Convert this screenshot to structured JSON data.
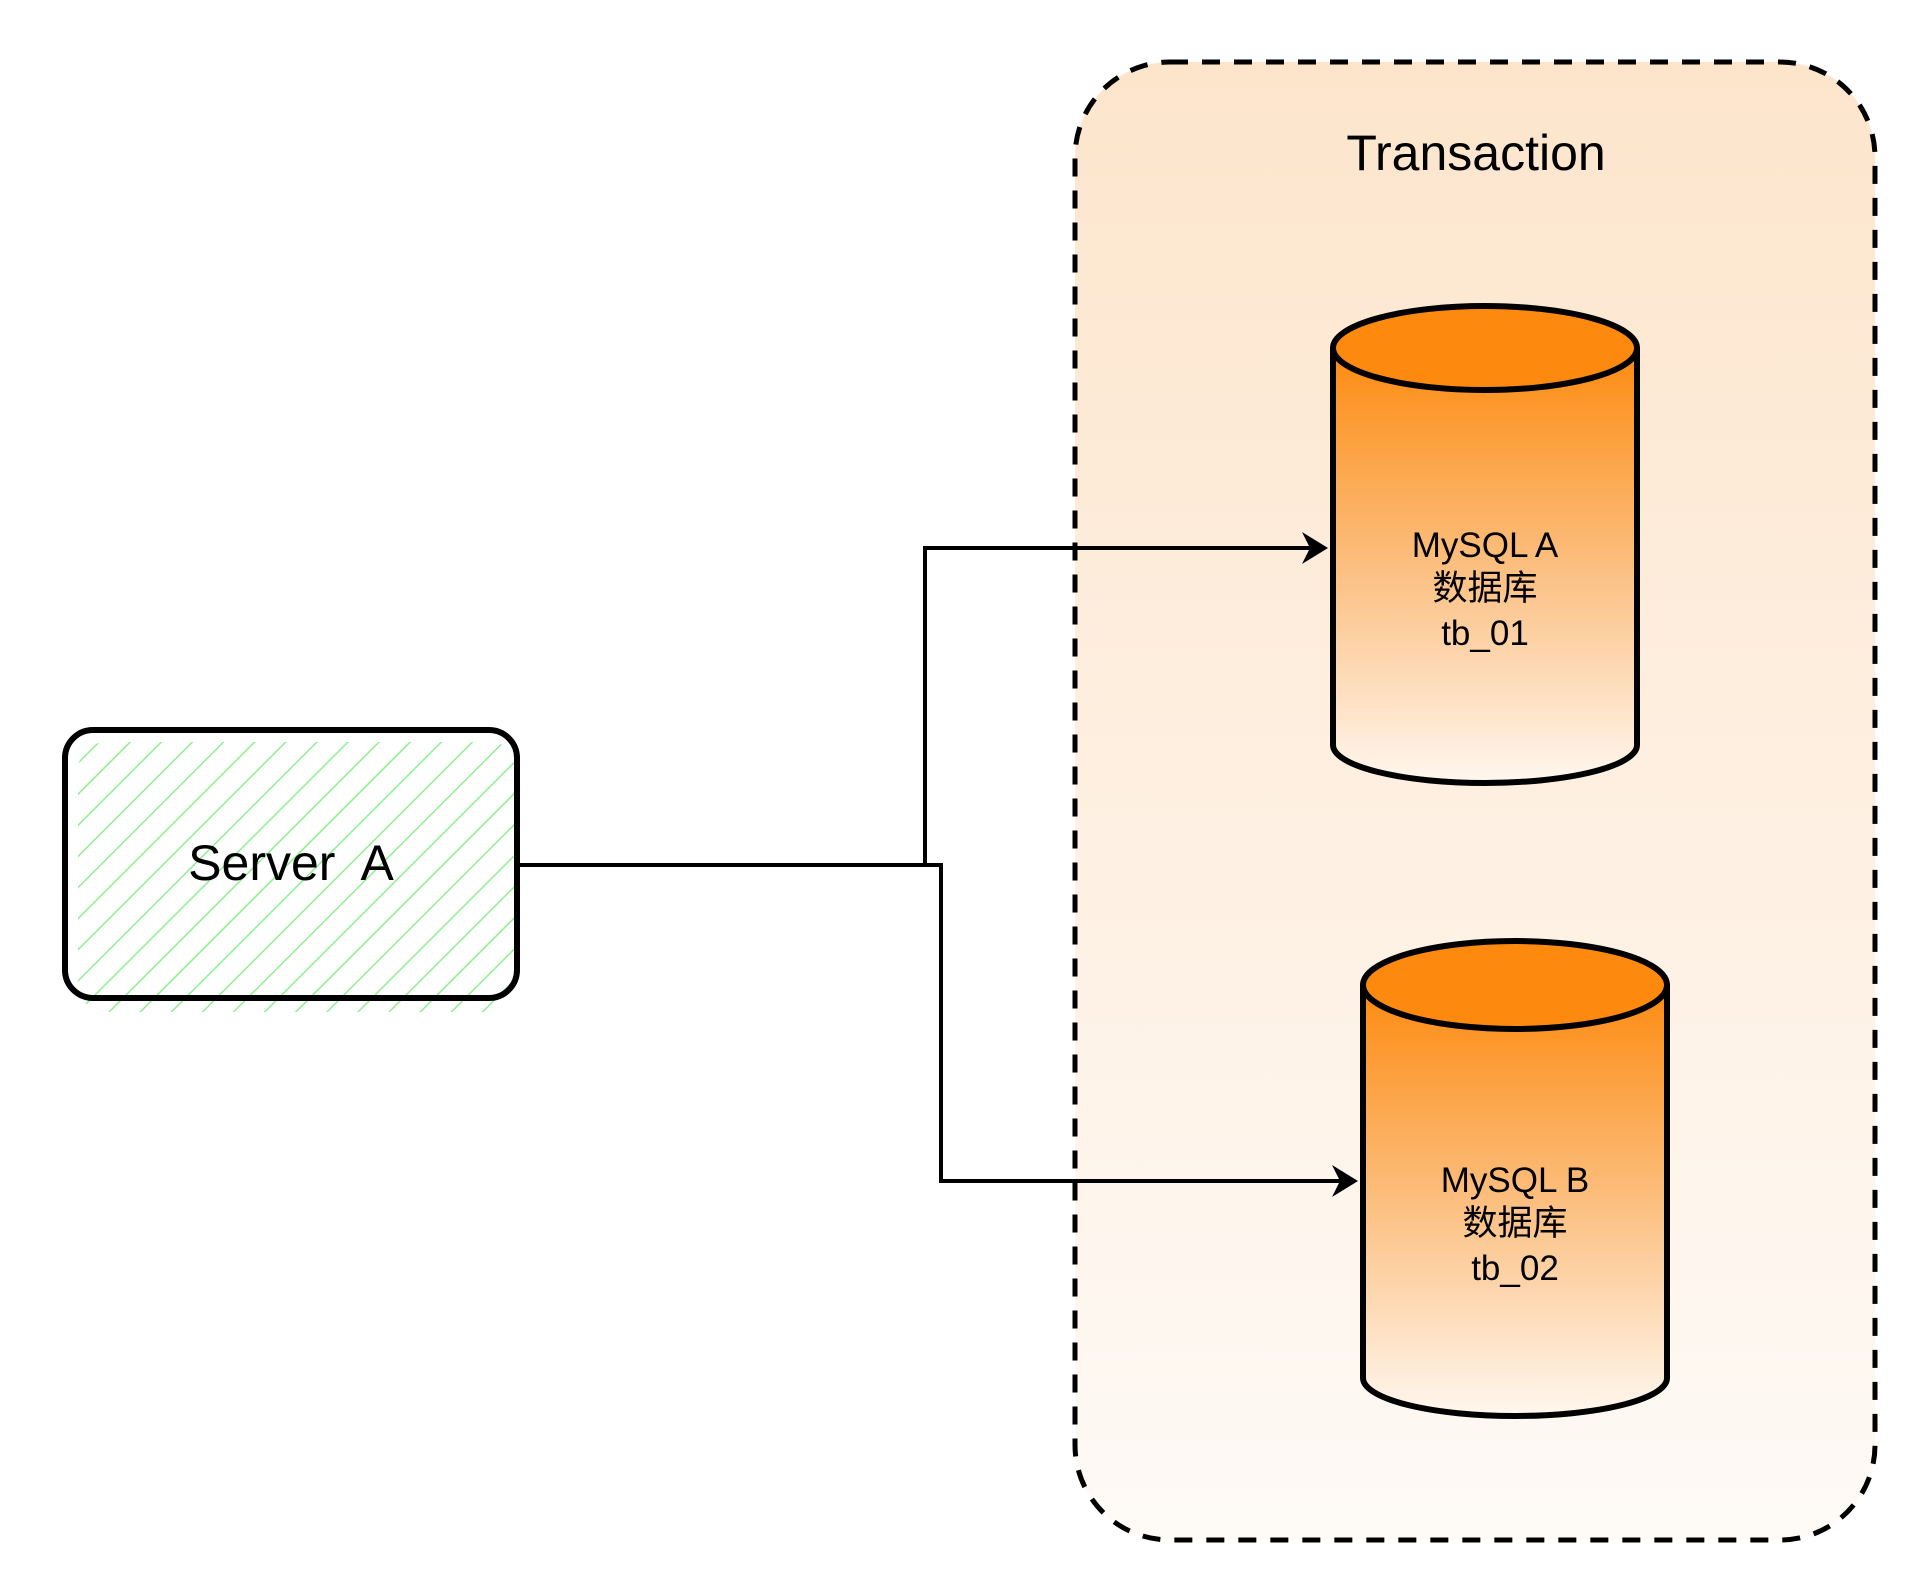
{
  "transaction": {
    "title": "Transaction"
  },
  "server": {
    "label": "Server  A"
  },
  "databases": [
    {
      "line1": "MySQL A",
      "line2": "数据库",
      "line3": "tb_01"
    },
    {
      "line1": "MySQL B",
      "line2": "数据库",
      "line3": "tb_02"
    }
  ],
  "colors": {
    "transaction_fill": "#fde8d2",
    "database_top": "#fd8a0f",
    "database_bottom": "#fff7ef",
    "server_hatch": "#8fef8f",
    "stroke": "#000000"
  }
}
